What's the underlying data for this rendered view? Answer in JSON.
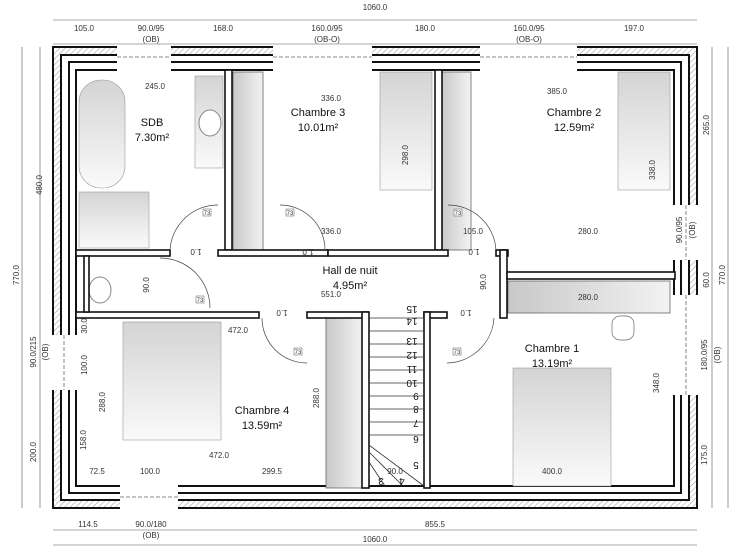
{
  "plan": {
    "rooms": [
      {
        "name": "SDB",
        "area": "7.30m²"
      },
      {
        "name": "Chambre 3",
        "area": "10.01m²"
      },
      {
        "name": "Chambre 2",
        "area": "12.59m²"
      },
      {
        "name": "Hall de nuit",
        "area": "4.95m²"
      },
      {
        "name": "Chambre 1",
        "area": "13.19m²"
      },
      {
        "name": "Chambre 4",
        "area": "13.59m²"
      }
    ],
    "dimensions": [
      "1060.0",
      "105.0",
      "90.0/95",
      "(OB)",
      "168.0",
      "160.0/95",
      "(OB-O)",
      "180.0",
      "160.0/95",
      "(OB-O)",
      "197.0",
      "245.0",
      "336.0",
      "385.0",
      "298.0",
      "338.0",
      "265.0",
      "480.0",
      "336.0",
      "105.0",
      "280.0",
      "90.0/95",
      "(OB)",
      "770.0",
      "770.0",
      "60.0",
      "90.0",
      "551.0",
      "90.0",
      "280.0",
      "472.0",
      "30.0",
      "90.0/215",
      "(OB)",
      "100.0",
      "288.0",
      "288.0",
      "180.0/95",
      "(OB)",
      "348.0",
      "200.0",
      "158.0",
      "472.0",
      "72.5",
      "100.0",
      "299.5",
      "90.0",
      "400.0",
      "175.0",
      "114.5",
      "90.0/180",
      "(OB)",
      "855.5",
      "1060.0"
    ],
    "stair_steps": [
      "15",
      "14",
      "13",
      "12",
      "11",
      "10",
      "9",
      "8",
      "7",
      "6",
      "5",
      "4",
      "3"
    ],
    "door_heights": [
      "1.0",
      "1.0",
      "1.0",
      "1.0",
      "1.0"
    ],
    "door_tags": [
      "73",
      "73",
      "73",
      "73",
      "73",
      "73"
    ]
  }
}
